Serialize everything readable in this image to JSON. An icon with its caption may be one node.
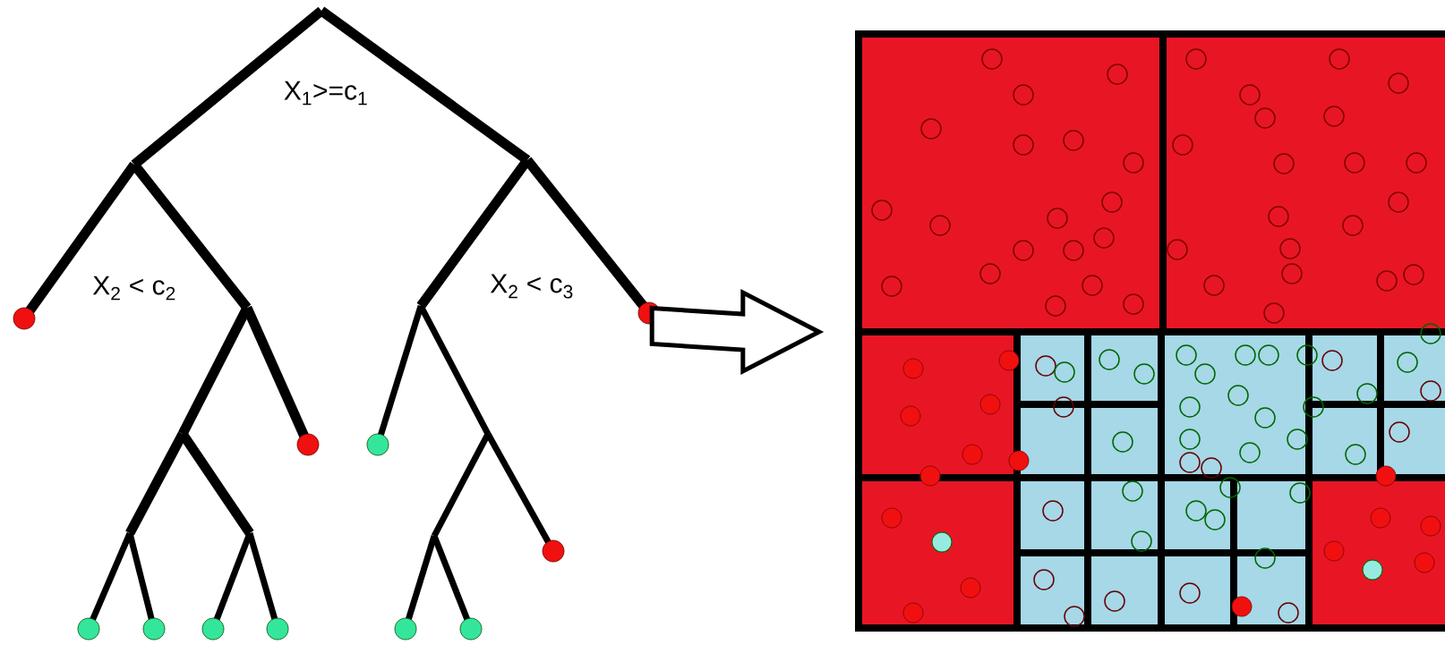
{
  "diagram": {
    "nodes": [
      {
        "text": [],
        "shape": "picture"
      },
      {
        "text": [],
        "shape": "picture"
      }
    ],
    "edges": [
      {
        "from": 0,
        "to": 1,
        "arrow": "to"
      }
    ],
    "labels": [
      "X$_{1}$>=c$_{1}$",
      "X$_{2}$ < c$_{2}$",
      "X$_{2}$ < c$_{3}$"
    ]
  }
}
